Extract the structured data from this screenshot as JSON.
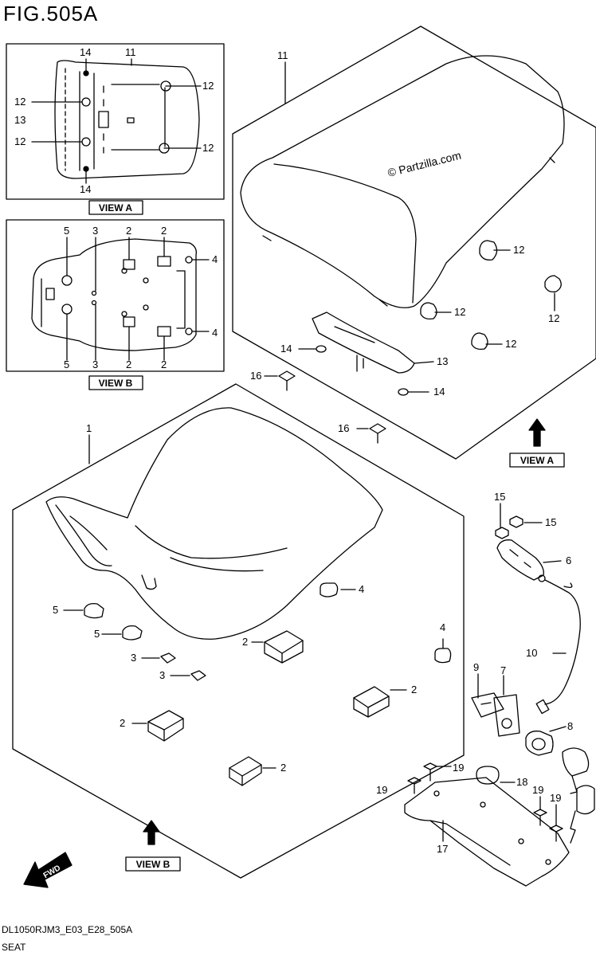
{
  "figure": {
    "title": "FIG.505A",
    "code": "DL1050RJM3_E03_E28_505A",
    "name": "SEAT",
    "watermark": "© Partzilla.com"
  },
  "view_labels": {
    "view_a": "VIEW A",
    "view_b": "VIEW B",
    "fwd": "FWD"
  },
  "callouts": {
    "c1": "1",
    "c2": "2",
    "c3": "3",
    "c4": "4",
    "c5": "5",
    "c6": "6",
    "c7": "7",
    "c8": "8",
    "c9": "9",
    "c10": "10",
    "c11": "11",
    "c12": "12",
    "c13": "13",
    "c14": "14",
    "c15": "15",
    "c16": "16",
    "c17": "17",
    "c18": "18",
    "c19": "19"
  }
}
